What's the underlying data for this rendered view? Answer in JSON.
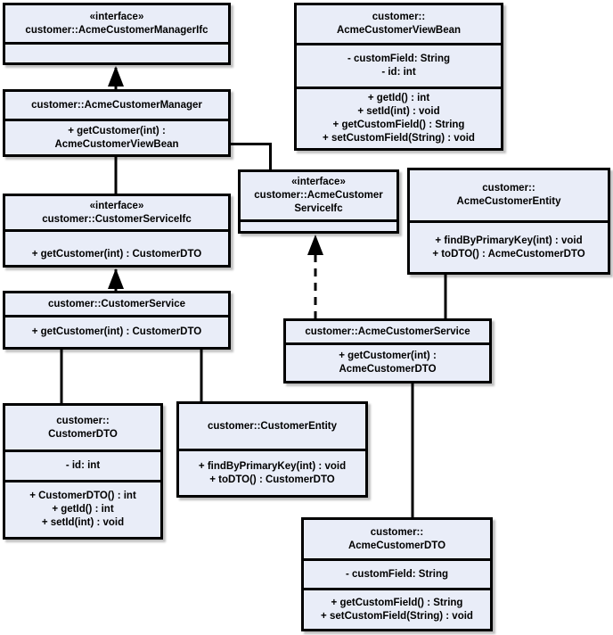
{
  "colors": {
    "background": "#ffffff",
    "box_fill": "#e9edf8",
    "border": "#000000"
  },
  "classes": [
    {
      "id": "AcmeCustomerManagerIfc",
      "stereotype": "«interface»",
      "name_lines": [
        "customer::AcmeCustomerManagerIfc"
      ],
      "attributes": [],
      "methods": []
    },
    {
      "id": "AcmeCustomerViewBean",
      "name_lines": [
        "customer::",
        "AcmeCustomerViewBean"
      ],
      "attributes": [
        "- customField: String",
        "- id: int"
      ],
      "methods": [
        "+ getId() : int",
        "+ setId(int) : void",
        "+ getCustomField() : String",
        "+ setCustomField(String) : void"
      ]
    },
    {
      "id": "AcmeCustomerManager",
      "name_lines": [
        "customer::AcmeCustomerManager"
      ],
      "attributes": [],
      "methods": [
        "+ getCustomer(int) :",
        "AcmeCustomerViewBean"
      ]
    },
    {
      "id": "AcmeCustomerServiceIfc",
      "stereotype": "«interface»",
      "name_lines": [
        "customer::AcmeCustomer",
        "ServiceIfc"
      ],
      "attributes": [],
      "methods": []
    },
    {
      "id": "AcmeCustomerEntity",
      "name_lines": [
        "customer::",
        "AcmeCustomerEntity"
      ],
      "attributes": [],
      "methods": [
        "+ findByPrimaryKey(int) : void",
        "+ toDTO() : AcmeCustomerDTO"
      ]
    },
    {
      "id": "CustomerServiceIfc",
      "stereotype": "«interface»",
      "name_lines": [
        "customer::CustomerServiceIfc"
      ],
      "attributes": [],
      "methods": [
        "+ getCustomer(int) : CustomerDTO"
      ]
    },
    {
      "id": "CustomerService",
      "name_lines": [
        "customer::CustomerService"
      ],
      "attributes": [],
      "methods": [
        "+ getCustomer(int) : CustomerDTO"
      ]
    },
    {
      "id": "AcmeCustomerService",
      "name_lines": [
        "customer::AcmeCustomerService"
      ],
      "attributes": [],
      "methods": [
        "+ getCustomer(int) :",
        "AcmeCustomerDTO"
      ]
    },
    {
      "id": "CustomerDTO",
      "name_lines": [
        "customer::",
        "CustomerDTO"
      ],
      "attributes": [
        "- id: int"
      ],
      "methods": [
        "+ CustomerDTO() : int",
        "+ getId() : int",
        "+ setId(int) : void"
      ]
    },
    {
      "id": "CustomerEntity",
      "name_lines": [
        "customer::CustomerEntity"
      ],
      "attributes": [],
      "methods": [
        "+ findByPrimaryKey(int) : void",
        "+ toDTO() : CustomerDTO"
      ]
    },
    {
      "id": "AcmeCustomerDTO",
      "name_lines": [
        "customer::",
        "AcmeCustomerDTO"
      ],
      "attributes": [
        "- customField: String"
      ],
      "methods": [
        "+ getCustomField() : String",
        "+ setCustomField(String) : void"
      ]
    }
  ],
  "relationships": [
    {
      "type": "generalization",
      "from": "AcmeCustomerManager",
      "to": "AcmeCustomerManagerIfc"
    },
    {
      "type": "association",
      "from": "AcmeCustomerManager",
      "to": "CustomerServiceIfc"
    },
    {
      "type": "association",
      "from": "AcmeCustomerManager",
      "to": "AcmeCustomerServiceIfc"
    },
    {
      "type": "generalization",
      "from": "CustomerService",
      "to": "CustomerServiceIfc"
    },
    {
      "type": "realization",
      "from": "AcmeCustomerService",
      "to": "AcmeCustomerServiceIfc"
    },
    {
      "type": "association",
      "from": "AcmeCustomerService",
      "to": "AcmeCustomerEntity"
    },
    {
      "type": "association",
      "from": "CustomerService",
      "to": "CustomerDTO"
    },
    {
      "type": "association",
      "from": "CustomerService",
      "to": "CustomerEntity"
    },
    {
      "type": "association",
      "from": "AcmeCustomerService",
      "to": "AcmeCustomerDTO"
    }
  ]
}
